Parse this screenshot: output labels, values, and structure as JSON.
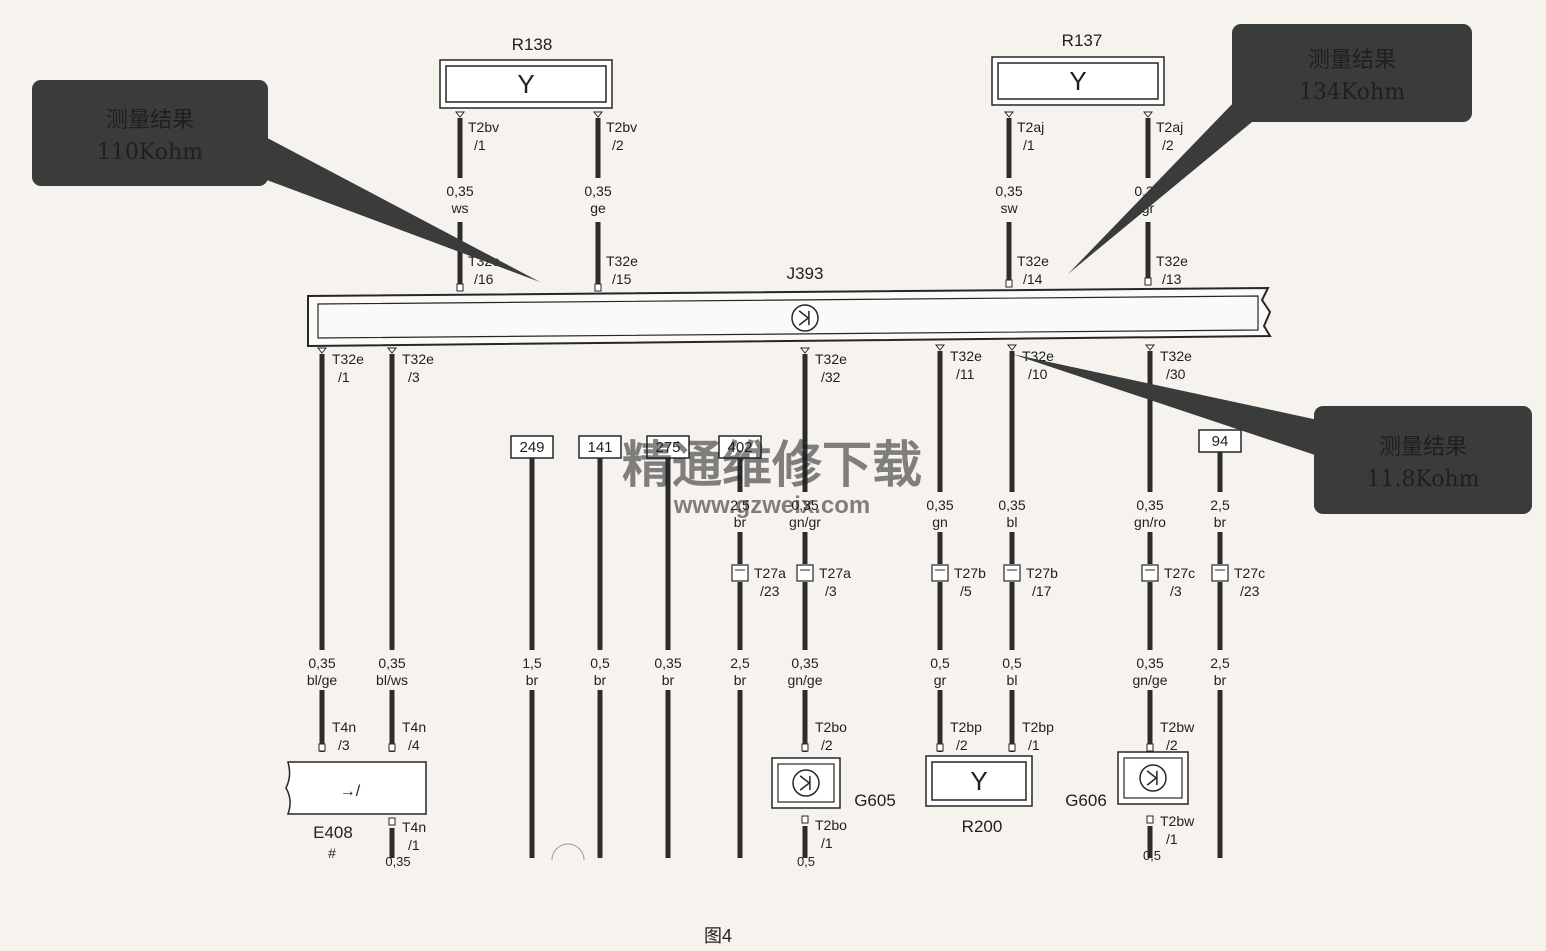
{
  "components": {
    "R138": "R138",
    "R137": "R137",
    "J393": "J393",
    "E408": "E408",
    "E408_mark": "#",
    "G605": "G605",
    "G606": "G606",
    "R200": "R200"
  },
  "component_symbols": {
    "resistor": "Y",
    "switch": "→/"
  },
  "wires": [
    {
      "id": "w1",
      "top": [
        "T2bv",
        "/1"
      ],
      "mid": [
        "0,35",
        "ws"
      ],
      "low": [
        "T32e",
        "/16"
      ]
    },
    {
      "id": "w2",
      "top": [
        "T2bv",
        "/2"
      ],
      "mid": [
        "0,35",
        "ge"
      ],
      "low": [
        "T32e",
        "/15"
      ]
    },
    {
      "id": "w3",
      "top": [
        "T2aj",
        "/1"
      ],
      "mid": [
        "0,35",
        "sw"
      ],
      "low": [
        "T32e",
        "/14"
      ]
    },
    {
      "id": "w4",
      "top": [
        "T2aj",
        "/2"
      ],
      "mid": [
        "0,35",
        "gr"
      ],
      "low": [
        "T32e",
        "/13"
      ]
    },
    {
      "id": "b1",
      "top": [
        "T32e",
        "/1"
      ],
      "lower": [
        "0,35",
        "bl/ge"
      ],
      "end": [
        "T4n",
        "/3"
      ]
    },
    {
      "id": "b2",
      "top": [
        "T32e",
        "/3"
      ],
      "lower": [
        "0,35",
        "bl/ws"
      ],
      "end": [
        "T4n",
        "/4"
      ],
      "end2": [
        "T4n",
        "/1"
      ],
      "cut": "0,35"
    },
    {
      "id": "b3",
      "box": "249",
      "lower": [
        "1,5",
        "br"
      ]
    },
    {
      "id": "b4",
      "box": "141",
      "lower": [
        "0,5",
        "br"
      ]
    },
    {
      "id": "b5",
      "box": "275",
      "lower": [
        "0,35",
        "br"
      ]
    },
    {
      "id": "b6",
      "box": "402",
      "upper": [
        "2,5",
        "br"
      ],
      "conn": [
        "T27a",
        "/23"
      ],
      "lower": [
        "2,5",
        "br"
      ]
    },
    {
      "id": "b7",
      "top": [
        "T32e",
        "/32"
      ],
      "upper": [
        "0,35",
        "gn/gr"
      ],
      "conn": [
        "T27a",
        "/3"
      ],
      "lower": [
        "0,35",
        "gn/ge"
      ],
      "end": [
        "T2bo",
        "/2"
      ],
      "end2": [
        "T2bo",
        "/1"
      ],
      "cut": "0,5"
    },
    {
      "id": "b8",
      "top": [
        "T32e",
        "/11"
      ],
      "upper": [
        "0,35",
        "gn"
      ],
      "conn": [
        "T27b",
        "/5"
      ],
      "lower": [
        "0,5",
        "gr"
      ],
      "end": [
        "T2bp",
        "/2"
      ]
    },
    {
      "id": "b9",
      "top": [
        "T32e",
        "/10"
      ],
      "upper": [
        "0,35",
        "bl"
      ],
      "conn": [
        "T27b",
        "/17"
      ],
      "lower": [
        "0,5",
        "bl"
      ],
      "end": [
        "T2bp",
        "/1"
      ]
    },
    {
      "id": "b10",
      "top": [
        "T32e",
        "/30"
      ],
      "upper": [
        "0,35",
        "gn/ro"
      ],
      "conn": [
        "T27c",
        "/3"
      ],
      "lower": [
        "0,35",
        "gn/ge"
      ],
      "end": [
        "T2bw",
        "/2"
      ],
      "end2": [
        "T2bw",
        "/1"
      ],
      "cut": "0,5"
    },
    {
      "id": "b11",
      "box": "94",
      "upper": [
        "2,5",
        "br"
      ],
      "conn": [
        "T27c",
        "/23"
      ],
      "lower": [
        "2,5",
        "br"
      ]
    }
  ],
  "callouts": [
    {
      "title": "测量结果",
      "value": "110Kohm"
    },
    {
      "title": "测量结果",
      "value": "134Kohm"
    },
    {
      "title": "测量结果",
      "value": "11.8Kohm"
    }
  ],
  "watermark": {
    "text": "精通维修下载",
    "url": "www.gzweix.com"
  },
  "caption": "图4",
  "colors": {
    "paper": "#f6f3ef",
    "line": "#262626",
    "wire": "#2c2c2c",
    "callout_bg": "#3a3c3c",
    "callout_text": "#ffffff",
    "watermark": "#f0a060"
  }
}
